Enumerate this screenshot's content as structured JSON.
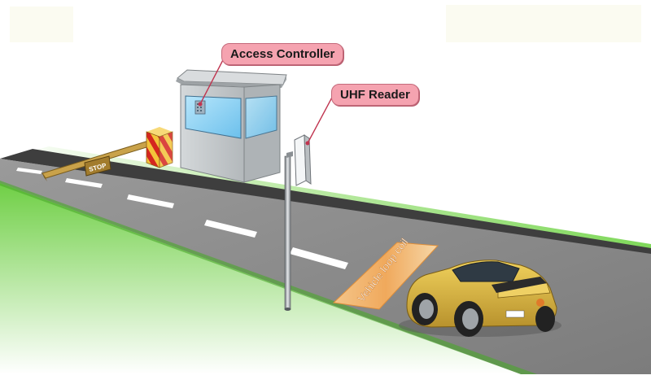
{
  "labels": {
    "access_controller": "Access Controller",
    "uhf_reader": "UHF Reader",
    "stop_sign": "STOP",
    "loop_coil": "Vehicle loop coil"
  },
  "colors": {
    "road": "#8a8a8a",
    "lane_marking": "#ffffff",
    "grass": "#6fcf45",
    "booth": "#c5cacd",
    "booth_window": "#8fd3f5",
    "callout_bg": "#f5a3b0",
    "loop_coil": "#f2b25a",
    "car": "#d9b441",
    "barrier_arm": "#c9a24a",
    "barrier_stripe": "#d4261f"
  }
}
